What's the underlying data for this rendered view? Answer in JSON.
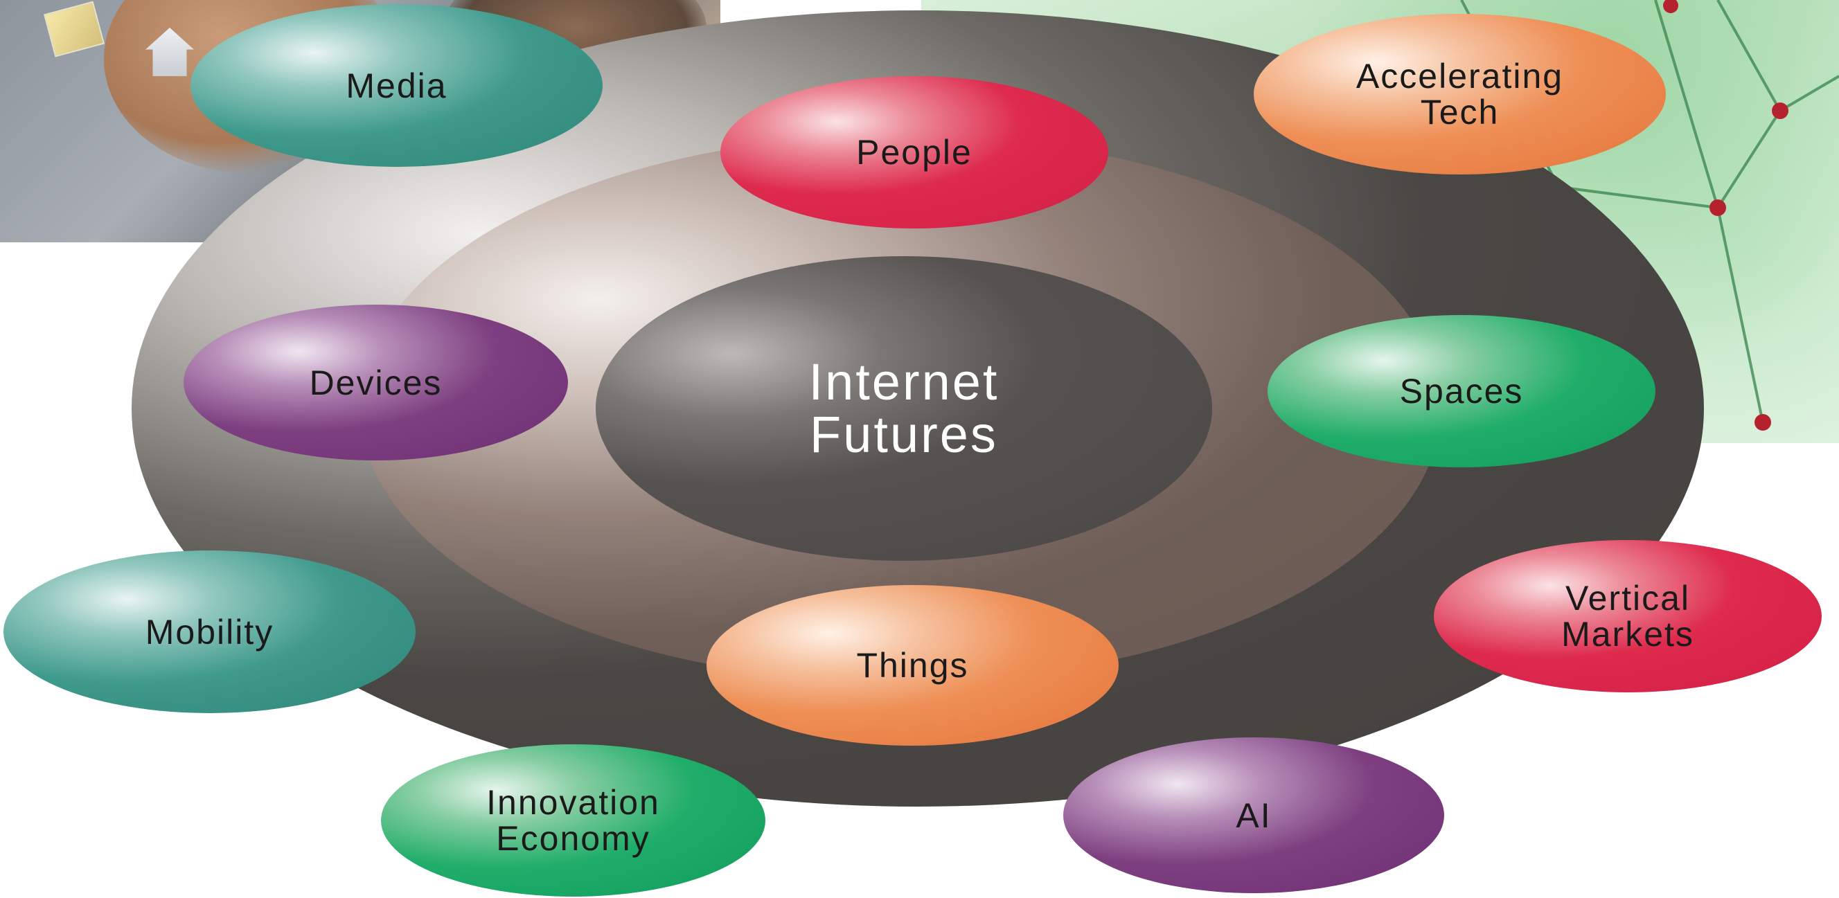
{
  "center": {
    "label": "Internet\nFutures"
  },
  "nodes": {
    "media": "Media",
    "people": "People",
    "accelerating_tech": "Accelerating\nTech",
    "devices": "Devices",
    "spaces": "Spaces",
    "mobility": "Mobility",
    "vertical_markets": "Vertical\nMarkets",
    "things": "Things",
    "innovation_economy": "Innovation\nEconomy",
    "ai": "AI"
  },
  "colors": {
    "teal": "#3f9a8c",
    "red": "#de2a4d",
    "orange": "#ee8f56",
    "purple": "#7d3f80",
    "green": "#20ad6a",
    "outer_ring": "#4a4643",
    "middle_ring": "#6f5f58",
    "inner_core": "#4a4745"
  }
}
